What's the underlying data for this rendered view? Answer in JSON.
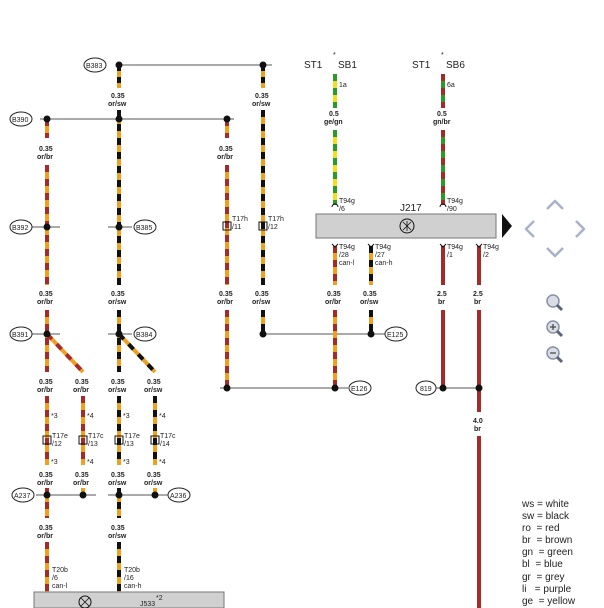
{
  "header": {
    "st1_left": "ST1",
    "sb1": "SB1",
    "st1_right": "ST1",
    "sb6": "SB6",
    "star": "*"
  },
  "wires": {
    "w035": "0.35",
    "w05": "0.5",
    "w25": "2.5",
    "w40": "4.0",
    "orsw": "or/sw",
    "orbr": "or/br",
    "gegn": "ge/gn",
    "gnbr": "gn/br",
    "br": "br",
    "fuse_1a": "1a",
    "fuse_6a": "6a"
  },
  "nodes": {
    "B383": "B383",
    "B390": "B390",
    "B392": "B392",
    "B385": "B385",
    "B391": "B391",
    "B384": "B384",
    "A237": "A237",
    "A236": "A236",
    "E125": "E125",
    "E126": "E126",
    "n819": "819"
  },
  "connectors": {
    "T17h_11a": "T17h",
    "T17h_11b": "/11",
    "T17h_12a": "T17h",
    "T17h_12b": "/12",
    "T94g": "T94g",
    "p6": "/6",
    "p90": "/90",
    "p28": "/28",
    "p27": "/27",
    "p1": "/1",
    "p2": "/2",
    "canl": "can-l",
    "canh": "can-h",
    "T17e": "T17e",
    "T17c": "T17c",
    "p12": "/12",
    "p13": "/13",
    "p14": "/14",
    "T20b": "T20b",
    "p16": "/16",
    "note3": "*3",
    "note4": "*4"
  },
  "modules": {
    "j217": "J217",
    "j533": "J533",
    "note2": "*2"
  },
  "legend": [
    "ws = white",
    "sw = black",
    "ro  = red",
    "br  = brown",
    "gn  = green",
    "bl  = blue",
    "gr  = grey",
    "li   = purple",
    "ge  = yellow"
  ],
  "colors": {
    "orange": "#f0a020",
    "black": "#111111",
    "brown": "#a52a2a",
    "yellow": "#f0e020",
    "green": "#2a9a2a",
    "module_fill": "#d0d0d0",
    "nav_arrow": "#aab2c8"
  },
  "icons": [
    "zoom-icon",
    "zoom-in-icon",
    "zoom-out-icon",
    "arrow-up-icon",
    "arrow-down-icon",
    "arrow-left-icon",
    "arrow-right-icon"
  ]
}
